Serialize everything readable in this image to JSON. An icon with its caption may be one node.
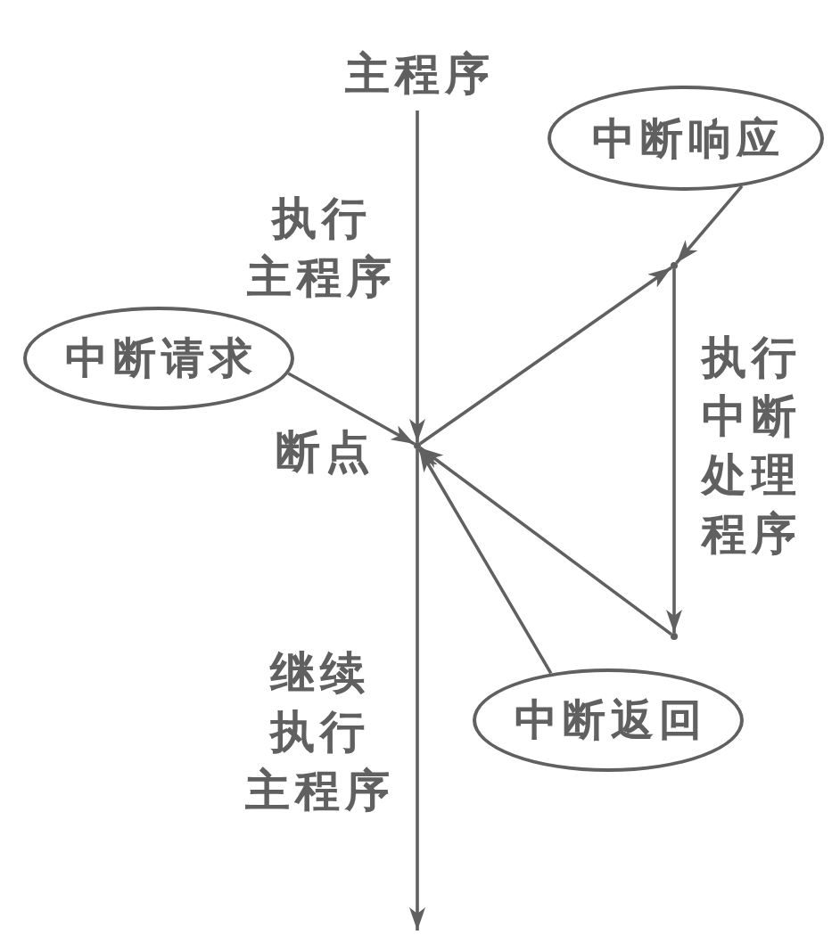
{
  "diagram": {
    "nodes": [
      {
        "text": [
          "主程序"
        ]
      },
      {
        "text": [
          "中断响应"
        ]
      },
      {
        "text": [],
        "shape": "dot"
      },
      {
        "text": [
          "中断请求"
        ]
      },
      {
        "text": [],
        "shape": "dot",
        "beside": [
          "断点"
        ]
      },
      {
        "text": [],
        "shape": "dot"
      },
      {
        "text": [
          "中断返回"
        ]
      }
    ],
    "edges": [
      {
        "from": 0,
        "to": 4,
        "arrow": "to",
        "label": "执行主程序"
      },
      {
        "from": 3,
        "to": 4,
        "arrow": "to"
      },
      {
        "from": 4,
        "to": 2,
        "arrow": "to"
      },
      {
        "from": 1,
        "to": 2,
        "arrow": "to"
      },
      {
        "from": 2,
        "to": 5,
        "arrow": "to",
        "label": "执行中断处理程序"
      },
      {
        "from": 5,
        "to": 4,
        "arrow": "to"
      },
      {
        "from": 6,
        "to": 4,
        "arrow": "to"
      },
      {
        "from": 4,
        "to": null,
        "arrow": "to",
        "label": "继续执行主程序"
      }
    ]
  }
}
